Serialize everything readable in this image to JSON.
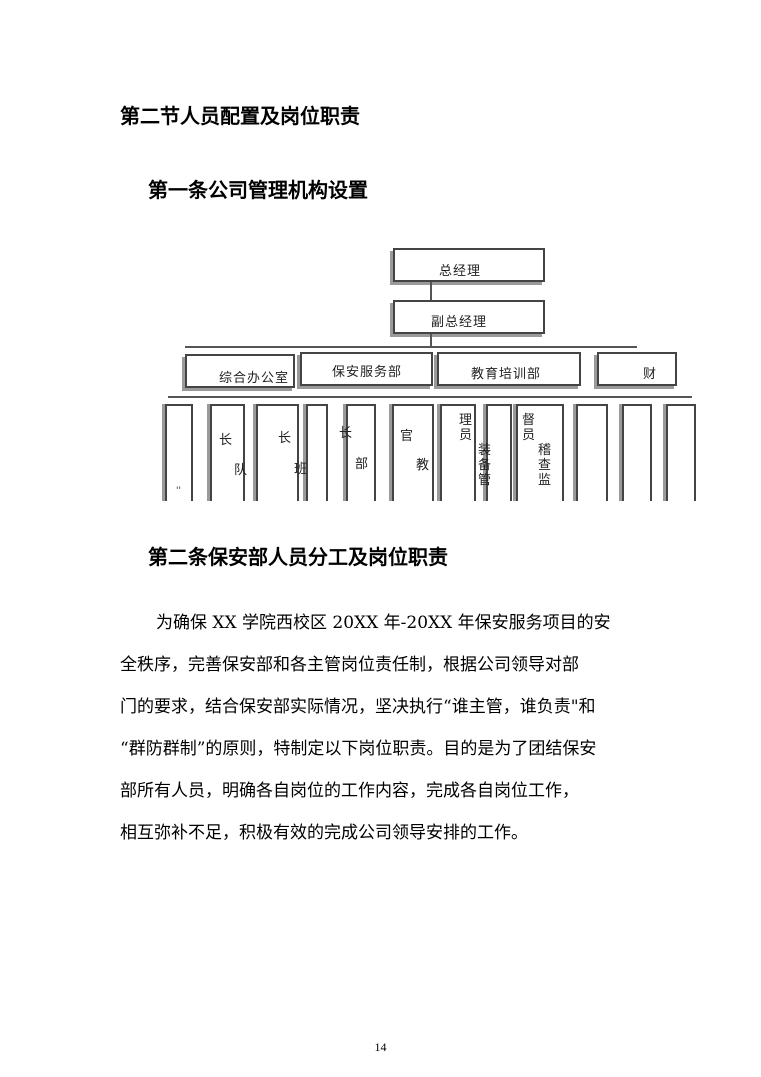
{
  "headings": {
    "section": "第二节人员配置及岗位职责",
    "article1": "第一条公司管理机构设置",
    "article2": "第二条保安部人员分工及岗位职责"
  },
  "org_chart": {
    "top": "总经理",
    "deputy": "副总经理",
    "departments": [
      "综合办公室",
      "保安服务部",
      "教育培训部",
      "财"
    ],
    "column_fragments": {
      "c1": "''",
      "c2a": "长",
      "c2b": "队",
      "c3a": "长",
      "c3b": "班",
      "c4a": "长",
      "c4b": "部",
      "c5a": "官",
      "c5b": "教",
      "c6a": "理",
      "c6b": "员",
      "c7a": "装",
      "c7b": "备",
      "c7c": "管",
      "c8a": "督",
      "c8b": "员",
      "c9a": "稽",
      "c9b": "查",
      "c9c": "监"
    }
  },
  "paragraph_lines": [
    "为确保 XX 学院西校区 20XX 年-20XX 年保安服务项目的安",
    "全秩序，完善保安部和各主管岗位责任制，根据公司领导对部",
    "门的要求，结合保安部实际情况，坚决执行“谁主管，谁负责\"和",
    "“群防群制”的原则，特制定以下岗位职责。目的是为了团结保安",
    "部所有人员，明确各自岗位的工作内容，完成各自岗位工作，",
    "相互弥补不足，积极有效的完成公司领导安排的工作。"
  ],
  "page_number": "14"
}
